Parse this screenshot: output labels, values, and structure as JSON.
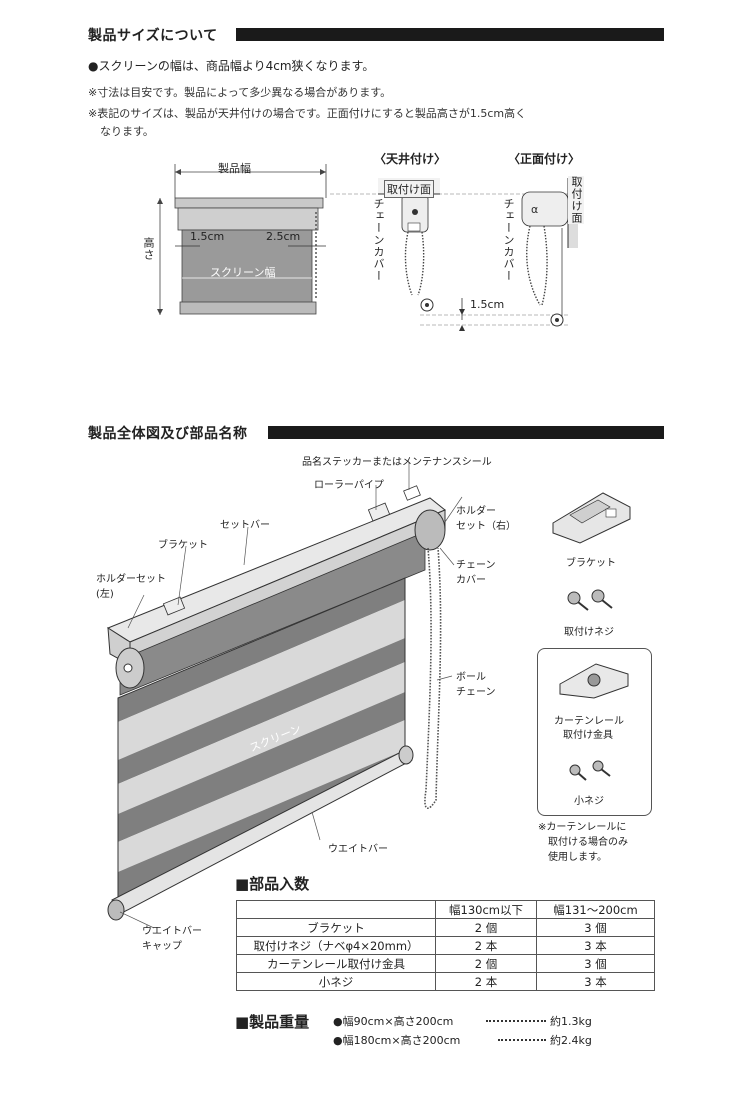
{
  "section1": {
    "title": "製品サイズについて",
    "note1": "●スクリーンの幅は、商品幅より4cm狭くなります。",
    "note2": "※寸法は目安です。製品によって多少異なる場合があります。",
    "note3a": "※表記のサイズは、製品が天井付けの場合です。正面付けにすると製品高さが1.5cm高く",
    "note3b": "なります。",
    "diagram": {
      "width_label": "製品幅",
      "height_label": "高さ",
      "left_gap": "1.5cm",
      "right_gap": "2.5cm",
      "screen_width_label": "スクリーン幅",
      "ceiling_label": "〈天井付け〉",
      "front_label": "〈正面付け〉",
      "mount_surface": "取付け面",
      "chain_cover": "チェーンカバー",
      "offset": "1.5cm"
    }
  },
  "section2": {
    "title": "製品全体図及び部品名称",
    "labels": {
      "sticker": "品名ステッカーまたはメンテナンスシール",
      "roller_pipe": "ローラーパイプ",
      "set_bar": "セットバー",
      "bracket": "ブラケット",
      "holder_left_1": "ホルダーセット",
      "holder_left_2": "(左)",
      "holder_right_1": "ホルダー",
      "holder_right_2": "セット（右）",
      "chain_cover_1": "チェーン",
      "chain_cover_2": "カバー",
      "ball_chain_1": "ボール",
      "ball_chain_2": "チェーン",
      "screen": "スクリーン",
      "weight_bar": "ウエイトバー",
      "weight_cap_1": "ウエイトバー",
      "weight_cap_2": "キャップ"
    },
    "side_parts": {
      "bracket": "ブラケット",
      "screw": "取付けネジ",
      "rail_fitting_1": "カーテンレール",
      "rail_fitting_2": "取付け金具",
      "small_screw": "小ネジ",
      "note_1": "※カーテンレールに",
      "note_2": "取付ける場合のみ",
      "note_3": "使用します。"
    }
  },
  "parts_count": {
    "title": "■部品入数",
    "columns": [
      "",
      "幅130cm以下",
      "幅131～200cm"
    ],
    "rows": [
      [
        "ブラケット",
        "2 個",
        "3 個"
      ],
      [
        "取付けネジ（ナベφ4×20mm）",
        "2 本",
        "3 本"
      ],
      [
        "カーテンレール取付け金具",
        "2 個",
        "3 個"
      ],
      [
        "小ネジ",
        "2 本",
        "3 本"
      ]
    ]
  },
  "weight": {
    "title": "■製品重量",
    "line1_label": "●幅90cm×高さ200cm",
    "line1_value": "約1.3kg",
    "line2_label": "●幅180cm×高さ200cm",
    "line2_value": "約2.4kg"
  }
}
